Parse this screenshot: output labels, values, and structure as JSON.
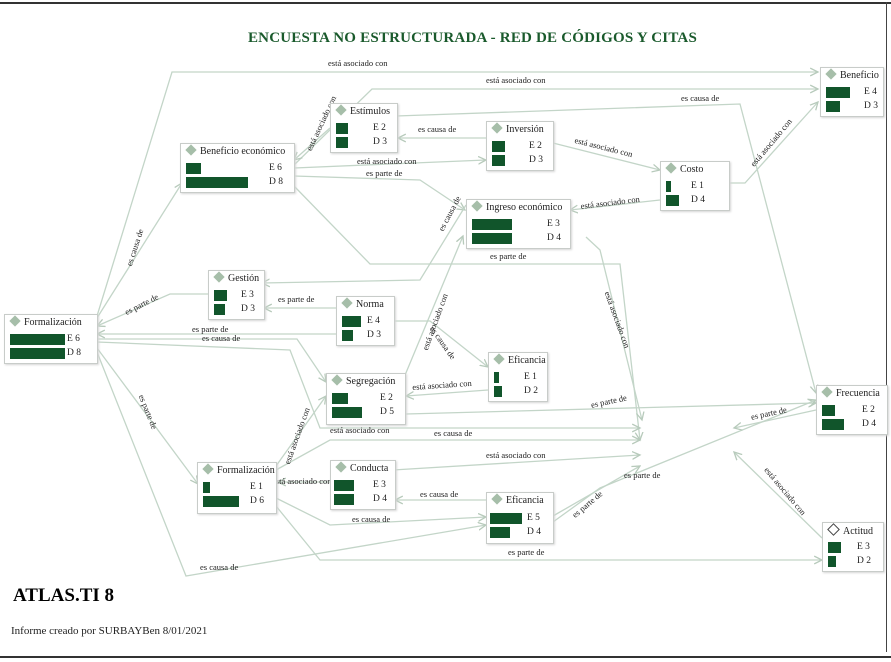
{
  "title": "ENCUESTA NO ESTRUCTURADA - RED DE CÓDIGOS Y CITAS",
  "footer": {
    "software": "ATLAS.TI 8",
    "report": "Informe creado por SURBAYBen 8/01/2021"
  },
  "colors": {
    "bar": "#11552b",
    "edge": "#c3d5c8",
    "title": "#1a5a2c",
    "diamond": "#a6bea9"
  },
  "nodes": {
    "beneficio": {
      "name": "Beneficio",
      "e": "E 4",
      "d": "D 3"
    },
    "estimulos": {
      "name": "Estímulos",
      "e": "E 2",
      "d": "D 3"
    },
    "inversion": {
      "name": "Inversión",
      "e": "E 2",
      "d": "D 3"
    },
    "beneficio_economico": {
      "name": "Beneficio económico",
      "e": "E 6",
      "d": "D 8"
    },
    "costo": {
      "name": "Costo",
      "e": "E 1",
      "d": "D 4"
    },
    "ingreso_economico": {
      "name": "Ingreso económico",
      "e": "E 3",
      "d": "D 4"
    },
    "gestion": {
      "name": "Gestión",
      "e": "E 3",
      "d": "D 3"
    },
    "norma": {
      "name": "Norma",
      "e": "E 4",
      "d": "D 3"
    },
    "formalizacion_1": {
      "name": "Formalización",
      "e": "E 6",
      "d": "D 8"
    },
    "eficancia_1": {
      "name": "Eficancia",
      "e": "E 1",
      "d": "D 2"
    },
    "segregacion": {
      "name": "Segregación",
      "e": "E 2",
      "d": "D 5"
    },
    "frecuencia": {
      "name": "Frecuencia",
      "e": "E 2",
      "d": "D 4"
    },
    "formalizacion_2": {
      "name": "Formalización",
      "e": "E 1",
      "d": "D 6"
    },
    "conducta": {
      "name": "Conducta",
      "e": "E 3",
      "d": "D 4"
    },
    "eficancia_2": {
      "name": "Eficancia",
      "e": "E 5",
      "d": "D 4"
    },
    "actitud": {
      "name": "Actitud",
      "e": "E 3",
      "d": "D 2"
    }
  },
  "relations": [
    "está asociado con",
    "está asociado con",
    "es causa de",
    "está asociado con",
    "está asociado con",
    "es causa de",
    "está asociado con",
    "está asociado con",
    "es parte de",
    "está asociado con",
    "es causa de",
    "es causa de",
    "es parte de",
    "es parte de",
    "es parte de",
    "es parte de",
    "es causa de",
    "está asociado con",
    "está asociado con",
    "es causa de",
    "está asociado con",
    "es parte de",
    "está asociado con",
    "es causa de",
    "está asociado con",
    "está asociado con",
    "es parte de",
    "está asociado con",
    "es parte de",
    "es parte de",
    "es causa de",
    "es parte de",
    "es causa de",
    "es parte de",
    "está asociado con"
  ]
}
